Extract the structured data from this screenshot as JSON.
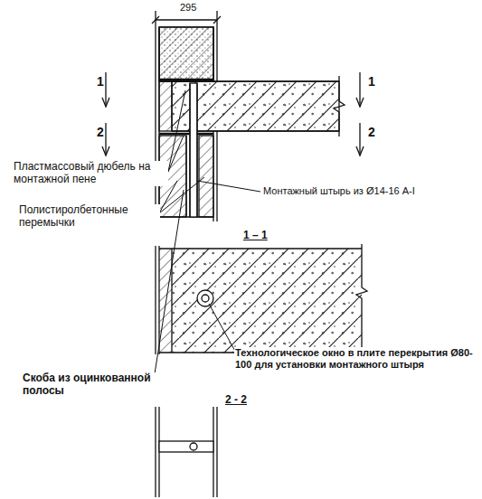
{
  "diagram": {
    "labels": [
      "295",
      "1",
      "1",
      "2",
      "2",
      "Пластмассовый дюбель на монтажной пене",
      "Полистиролбетонные перемычки",
      "Монтажный штырь из Ø14-16 А-I",
      "1 – 1",
      "Технологическое окно в плите перекрытия Ø80-100 для установки монтажного штыря",
      "Скоба из оцинкованной полосы",
      "2 - 2"
    ]
  }
}
